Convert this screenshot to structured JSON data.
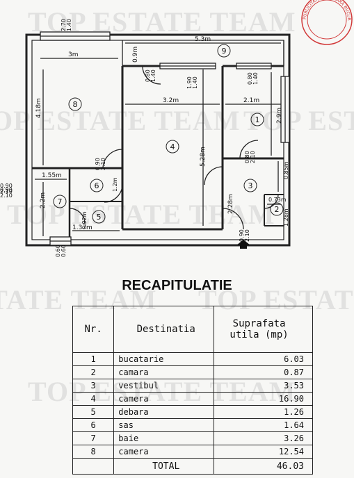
{
  "watermark": "TOP ESTATE TEAM",
  "stamp_text": "PUBLICITATE MOBILIARA BUCURESTI",
  "plan": {
    "rooms": [
      {
        "num": "1"
      },
      {
        "num": "2"
      },
      {
        "num": "3"
      },
      {
        "num": "4"
      },
      {
        "num": "5"
      },
      {
        "num": "6"
      },
      {
        "num": "7"
      },
      {
        "num": "8"
      },
      {
        "num": "9"
      }
    ],
    "dimensions": {
      "d_270_140": "2.70\n1.40",
      "d_53": "5.3m",
      "d_3m": "3m",
      "d_09m": "0.9m",
      "d_080_140_a": "0.80\n1.40",
      "d_190_140": "1.90\n1.40",
      "d_080_140_b": "0.80\n1.40",
      "d_418": "4.18m",
      "d_32": "3.2m",
      "d_21": "2.1m",
      "d_29": "2.9m",
      "d_528": "5.28m",
      "d_090_210_a": "0.90\n2.10",
      "d_080_210": "0.80\n2.10",
      "d_085": "0.85m",
      "d_155": "1.55m",
      "d_12": "1.2m",
      "d_090_210_b": "0.90\n2.10",
      "d_090_210_c": "0.90\n2.10",
      "d_073": "0.73m",
      "d_22": "2.2m",
      "d_228": "2.28m",
      "d_128": "1.28m",
      "d_092": "0.92m",
      "d_137": "1.37m",
      "d_090_210_d": "0.90\n2.10",
      "d_060_060": "0.60\n0.60"
    }
  },
  "recap": {
    "title": "RECAPITULATIE",
    "headers": {
      "nr": "Nr.",
      "dest": "Destinatia",
      "area_1": "Suprafata",
      "area_2": "utila (mp)"
    },
    "rows": [
      {
        "nr": "1",
        "dest": "bucatarie",
        "area": "6.03"
      },
      {
        "nr": "2",
        "dest": "camara",
        "area": "0.87"
      },
      {
        "nr": "3",
        "dest": "vestibul",
        "area": "3.53"
      },
      {
        "nr": "4",
        "dest": "camera",
        "area": "16.90"
      },
      {
        "nr": "5",
        "dest": "debara",
        "area": "1.26"
      },
      {
        "nr": "6",
        "dest": "sas",
        "area": "1.64"
      },
      {
        "nr": "7",
        "dest": "baie",
        "area": "3.26"
      },
      {
        "nr": "8",
        "dest": "camera",
        "area": "12.54"
      }
    ],
    "total_label": "TOTAL",
    "total_value": "46.03"
  }
}
